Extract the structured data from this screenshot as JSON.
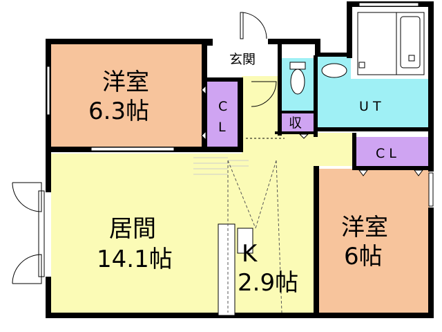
{
  "rooms": {
    "western_room_1": {
      "name": "洋室",
      "size": "6.3帖",
      "color": "#f7c49c"
    },
    "living": {
      "name": "居間",
      "size": "14.1帖",
      "color": "#fbfbb6"
    },
    "kitchen": {
      "name": "K",
      "size": "2.9帖",
      "color": "#ffffff"
    },
    "western_room_2": {
      "name": "洋室",
      "size": "6帖",
      "color": "#f7c49c"
    },
    "closet_1": {
      "line1": "C",
      "line2": "L",
      "color": "#cfa4f2"
    },
    "closet_2": {
      "name": "C L",
      "color": "#cfa4f2"
    },
    "storage": {
      "name": "収",
      "color": "#cfa4f2"
    },
    "utility": {
      "name": "U T",
      "color": "#9ff0f5"
    },
    "entrance": {
      "name": "玄関"
    },
    "toilet": {
      "color": "#9ff0f5"
    },
    "hall": {
      "color": "#fbfbb6"
    }
  },
  "colors": {
    "wall": "#000000",
    "window": "#ffffff",
    "bath_fixture": "#ffffff"
  }
}
